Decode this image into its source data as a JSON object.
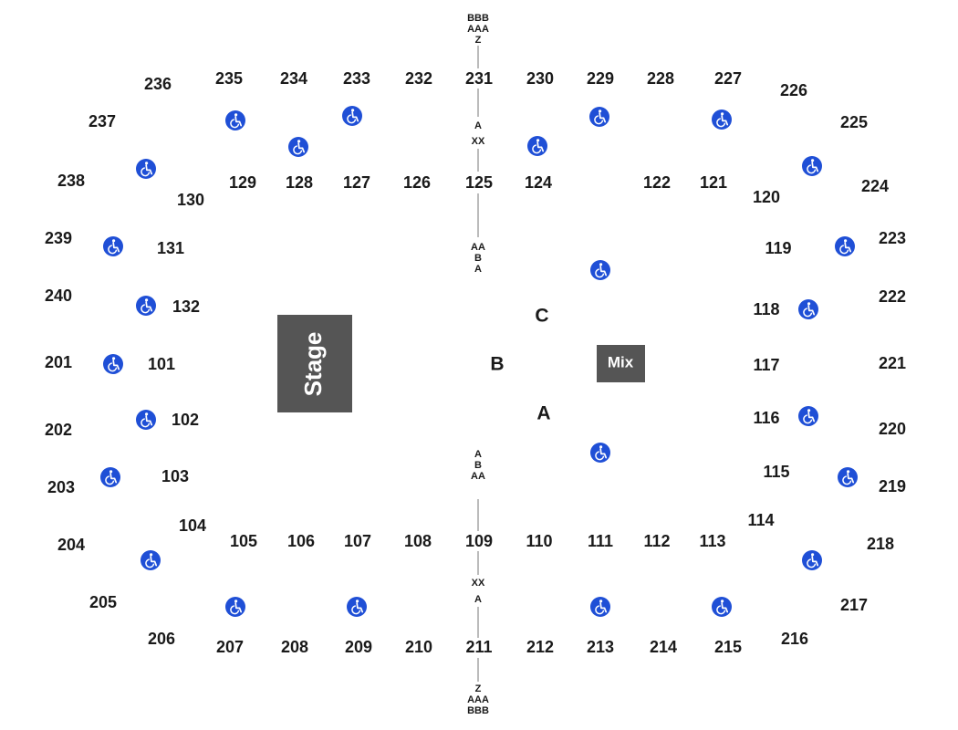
{
  "colors": {
    "background": "#ffffff",
    "text": "#1a1a1a",
    "box": "#555555",
    "box_text": "#ffffff",
    "accessible": "#1f4fd6"
  },
  "stage": {
    "label": "Stage"
  },
  "mix": {
    "label": "Mix"
  },
  "floor_sections": [
    "A",
    "B",
    "C"
  ],
  "row_labels": {
    "top_outer": [
      "BBB",
      "AAA",
      "Z"
    ],
    "top_upper": [
      "A",
      "XX"
    ],
    "top_floor": [
      "AA",
      "B",
      "A"
    ],
    "bottom_floor": [
      "A",
      "B",
      "AA"
    ],
    "bottom_upper": [
      "XX",
      "A"
    ],
    "bottom_outer": [
      "Z",
      "AAA",
      "BBB"
    ]
  },
  "sections": [
    "236",
    "235",
    "234",
    "233",
    "232",
    "231",
    "230",
    "229",
    "228",
    "227",
    "226",
    "237",
    "225",
    "238",
    "224",
    "239",
    "223",
    "240",
    "222",
    "201",
    "221",
    "202",
    "220",
    "203",
    "219",
    "204",
    "218",
    "205",
    "217",
    "206",
    "216",
    "207",
    "208",
    "209",
    "210",
    "211",
    "212",
    "213",
    "214",
    "215",
    "129",
    "128",
    "127",
    "126",
    "125",
    "124",
    "122",
    "121",
    "120",
    "130",
    "131",
    "119",
    "132",
    "118",
    "101",
    "117",
    "102",
    "116",
    "103",
    "115",
    "104",
    "114",
    "105",
    "106",
    "107",
    "108",
    "109",
    "110",
    "111",
    "112",
    "113"
  ],
  "accessible_icon": "wheelchair-icon",
  "accessible_count": 25
}
